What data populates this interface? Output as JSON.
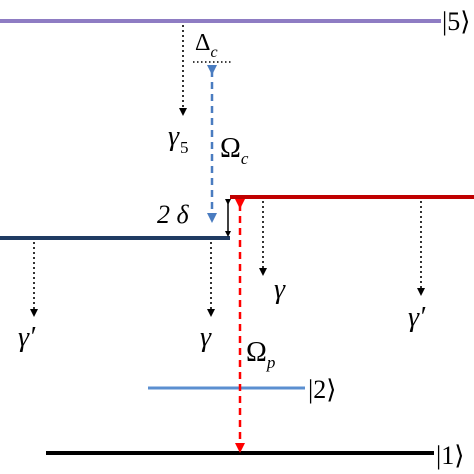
{
  "colors": {
    "level_5": "#8e7cc3",
    "level_upper_red": "#c00000",
    "level_upper_navy": "#1f3b63",
    "level_2": "#5b8fd0",
    "level_1": "#000000",
    "coupling_arrow": "#4a7cc0",
    "probe_arrow": "#ff0000",
    "decay_arrow": "#000000"
  },
  "labels": {
    "ket_5": "|5⟩",
    "ket_2": "|2⟩",
    "ket_1": "|1⟩",
    "delta_c": "Δ",
    "delta_c_sub": "c",
    "gamma_5": "γ",
    "gamma_5_sub": "5",
    "omega_c": "Ω",
    "omega_c_sub": "c",
    "two_delta": "2 δ",
    "gamma_left": "γ′",
    "gamma_mid": "γ",
    "gamma_red_left": "γ",
    "gamma_red_right": "γ′",
    "omega_p": "Ω",
    "omega_p_sub": "p"
  },
  "icons": {
    "decay": "dotted-down-arrow",
    "coupling": "dashed-double-arrow",
    "probe": "dashed-double-arrow",
    "splitting": "double-arrow"
  }
}
